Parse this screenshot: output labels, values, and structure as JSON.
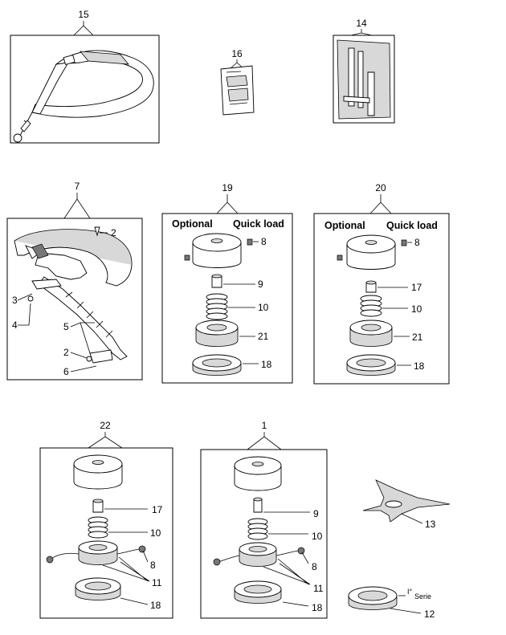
{
  "diagram": {
    "parts": {
      "p15": "15",
      "p16": "16",
      "p14": "14",
      "p7": "7",
      "p2a": "2",
      "p3": "3",
      "p4": "4",
      "p5": "5",
      "p2b": "2",
      "p6": "6",
      "p19": "19",
      "p20": "20",
      "p22": "22",
      "p1": "1",
      "p8": "8",
      "p9": "9",
      "p10": "10",
      "p21": "21",
      "p18": "18",
      "p17": "17",
      "p11": "11",
      "p13": "13",
      "p12": "12"
    },
    "headers": {
      "optional": "Optional",
      "quick_load": "Quick load"
    },
    "notes": {
      "serie_sup": "I°",
      "serie_text": "Serie"
    }
  }
}
